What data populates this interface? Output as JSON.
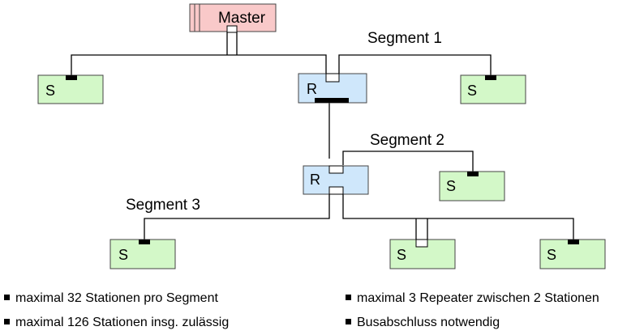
{
  "master": {
    "label": "Master"
  },
  "segments": {
    "seg1": "Segment 1",
    "seg2": "Segment 2",
    "seg3": "Segment 3"
  },
  "repeater_label": "R",
  "slave_label": "S",
  "colors": {
    "master_fill": "#f9c9c9",
    "repeater_fill": "#cfe7fb",
    "slave_fill": "#d3f8c8",
    "line": "#000000"
  },
  "bullets_left": [
    "maximal 32 Stationen pro Segment",
    "maximal 126 Stationen insg. zulässig"
  ],
  "bullets_right": [
    "maximal 3 Repeater zwischen 2 Stationen",
    "Busabschluss notwendig"
  ]
}
